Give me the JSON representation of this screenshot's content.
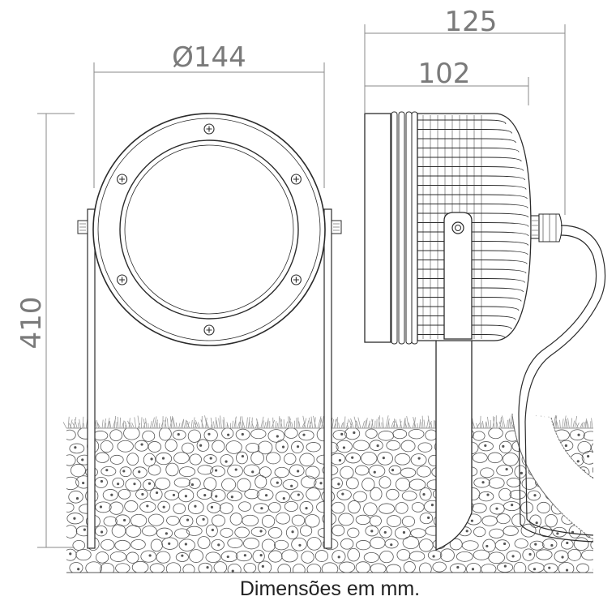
{
  "dimensions": {
    "diameter": "Ø144",
    "depth_total": "125",
    "depth_body": "102",
    "height": "410"
  },
  "caption": "Dimensões em mm.",
  "colors": {
    "line": "#2b2b2b",
    "dimension": "#8a8a8a",
    "grass": "#a8a8a8",
    "stones": "#555555"
  }
}
